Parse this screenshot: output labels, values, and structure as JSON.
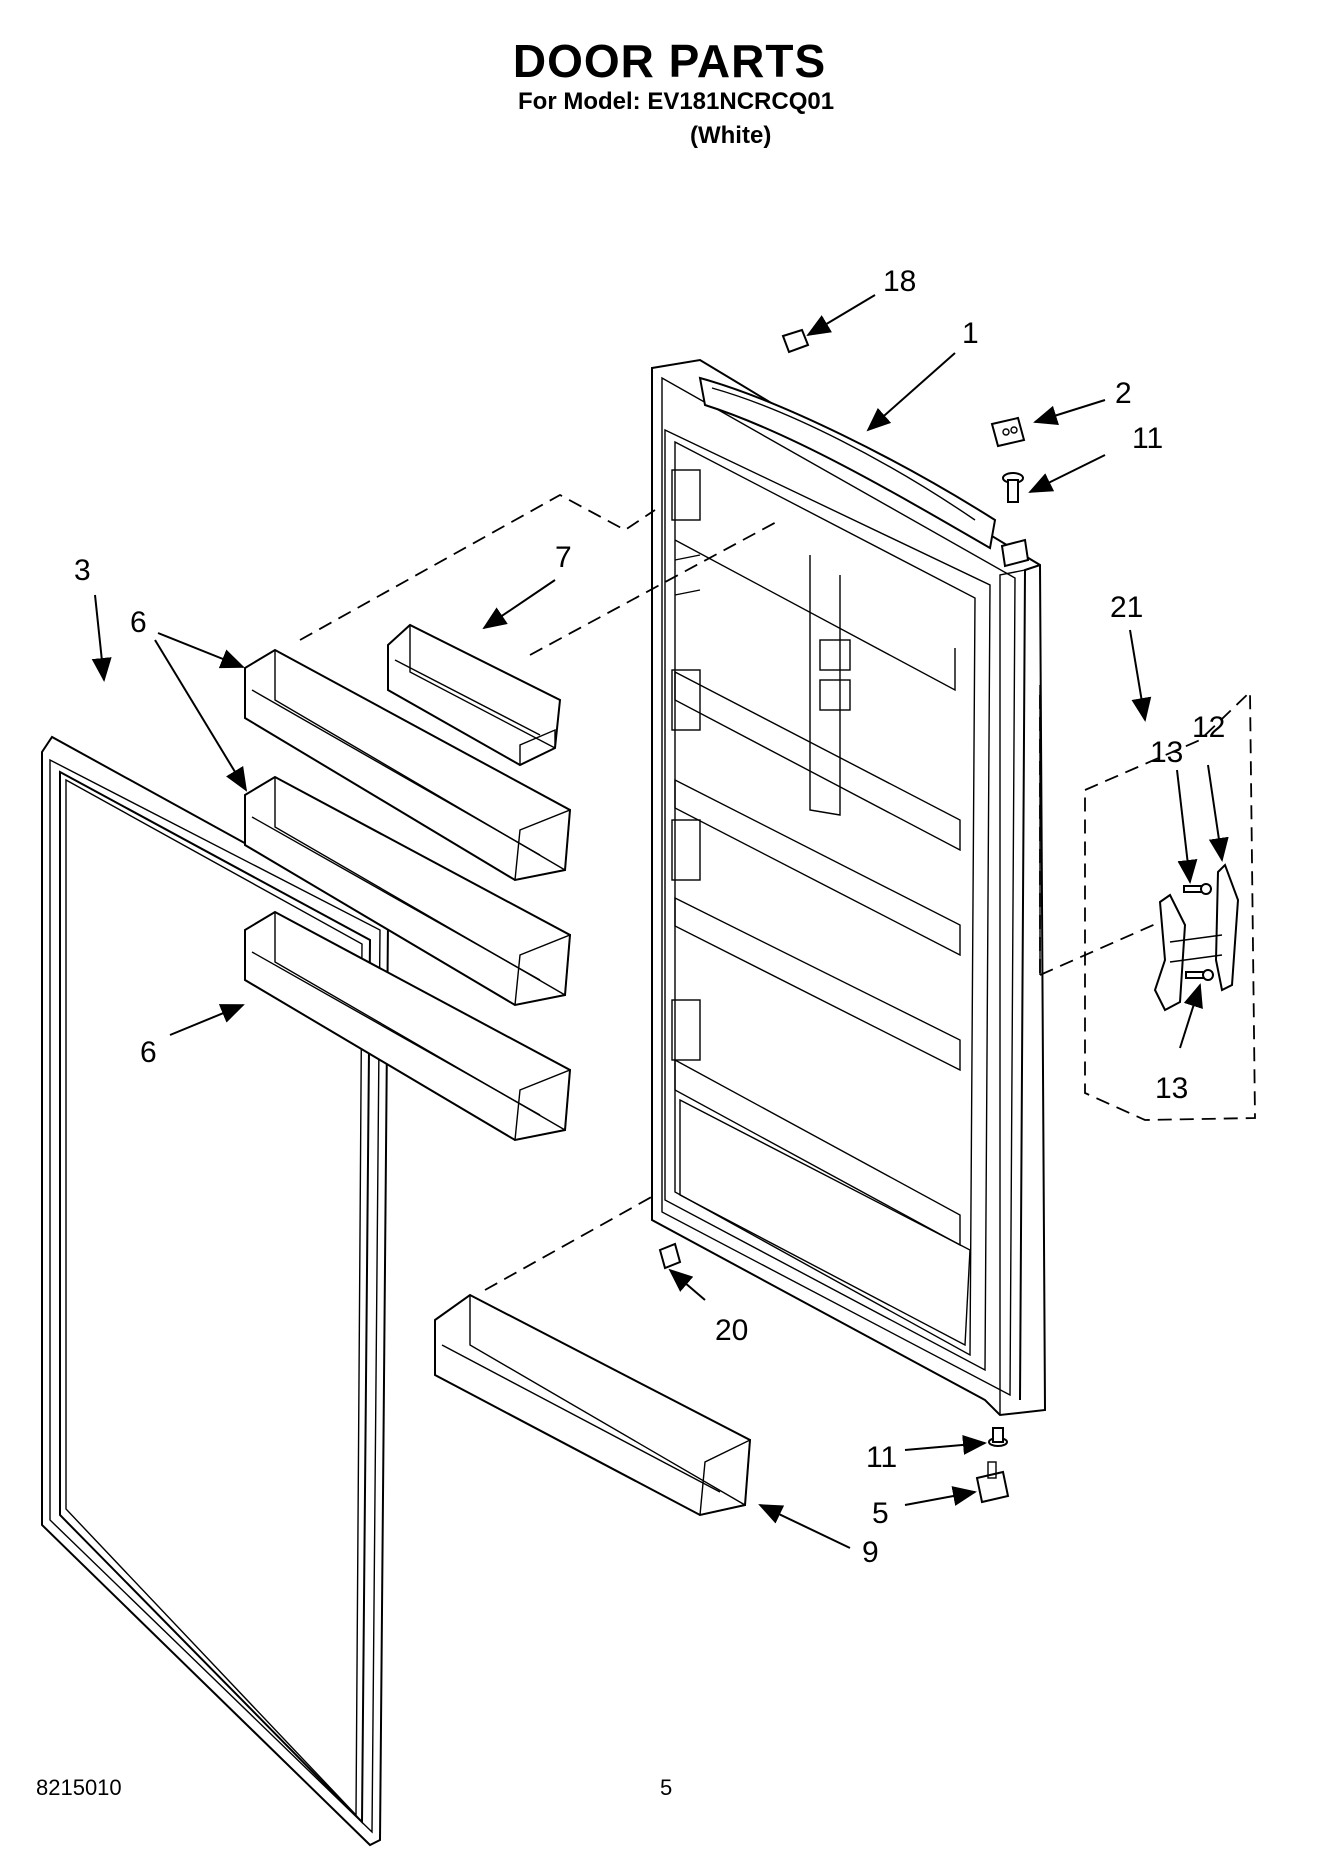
{
  "header": {
    "title": "DOOR PARTS",
    "model_line": "For Model: EV181NCRCQ01",
    "color_line": "(White)"
  },
  "footer": {
    "document_number": "8215010",
    "page_number": "5"
  },
  "callouts": [
    {
      "id": "c18",
      "label": "18"
    },
    {
      "id": "c1",
      "label": "1"
    },
    {
      "id": "c2",
      "label": "2"
    },
    {
      "id": "c11a",
      "label": "11"
    },
    {
      "id": "c3",
      "label": "3"
    },
    {
      "id": "c7",
      "label": "7"
    },
    {
      "id": "c6a",
      "label": "6"
    },
    {
      "id": "c21",
      "label": "21"
    },
    {
      "id": "c13a",
      "label": "13"
    },
    {
      "id": "c12",
      "label": "12"
    },
    {
      "id": "c13b",
      "label": "13"
    },
    {
      "id": "c6b",
      "label": "6"
    },
    {
      "id": "c20",
      "label": "20"
    },
    {
      "id": "c11b",
      "label": "11"
    },
    {
      "id": "c5",
      "label": "5"
    },
    {
      "id": "c9",
      "label": "9"
    }
  ]
}
